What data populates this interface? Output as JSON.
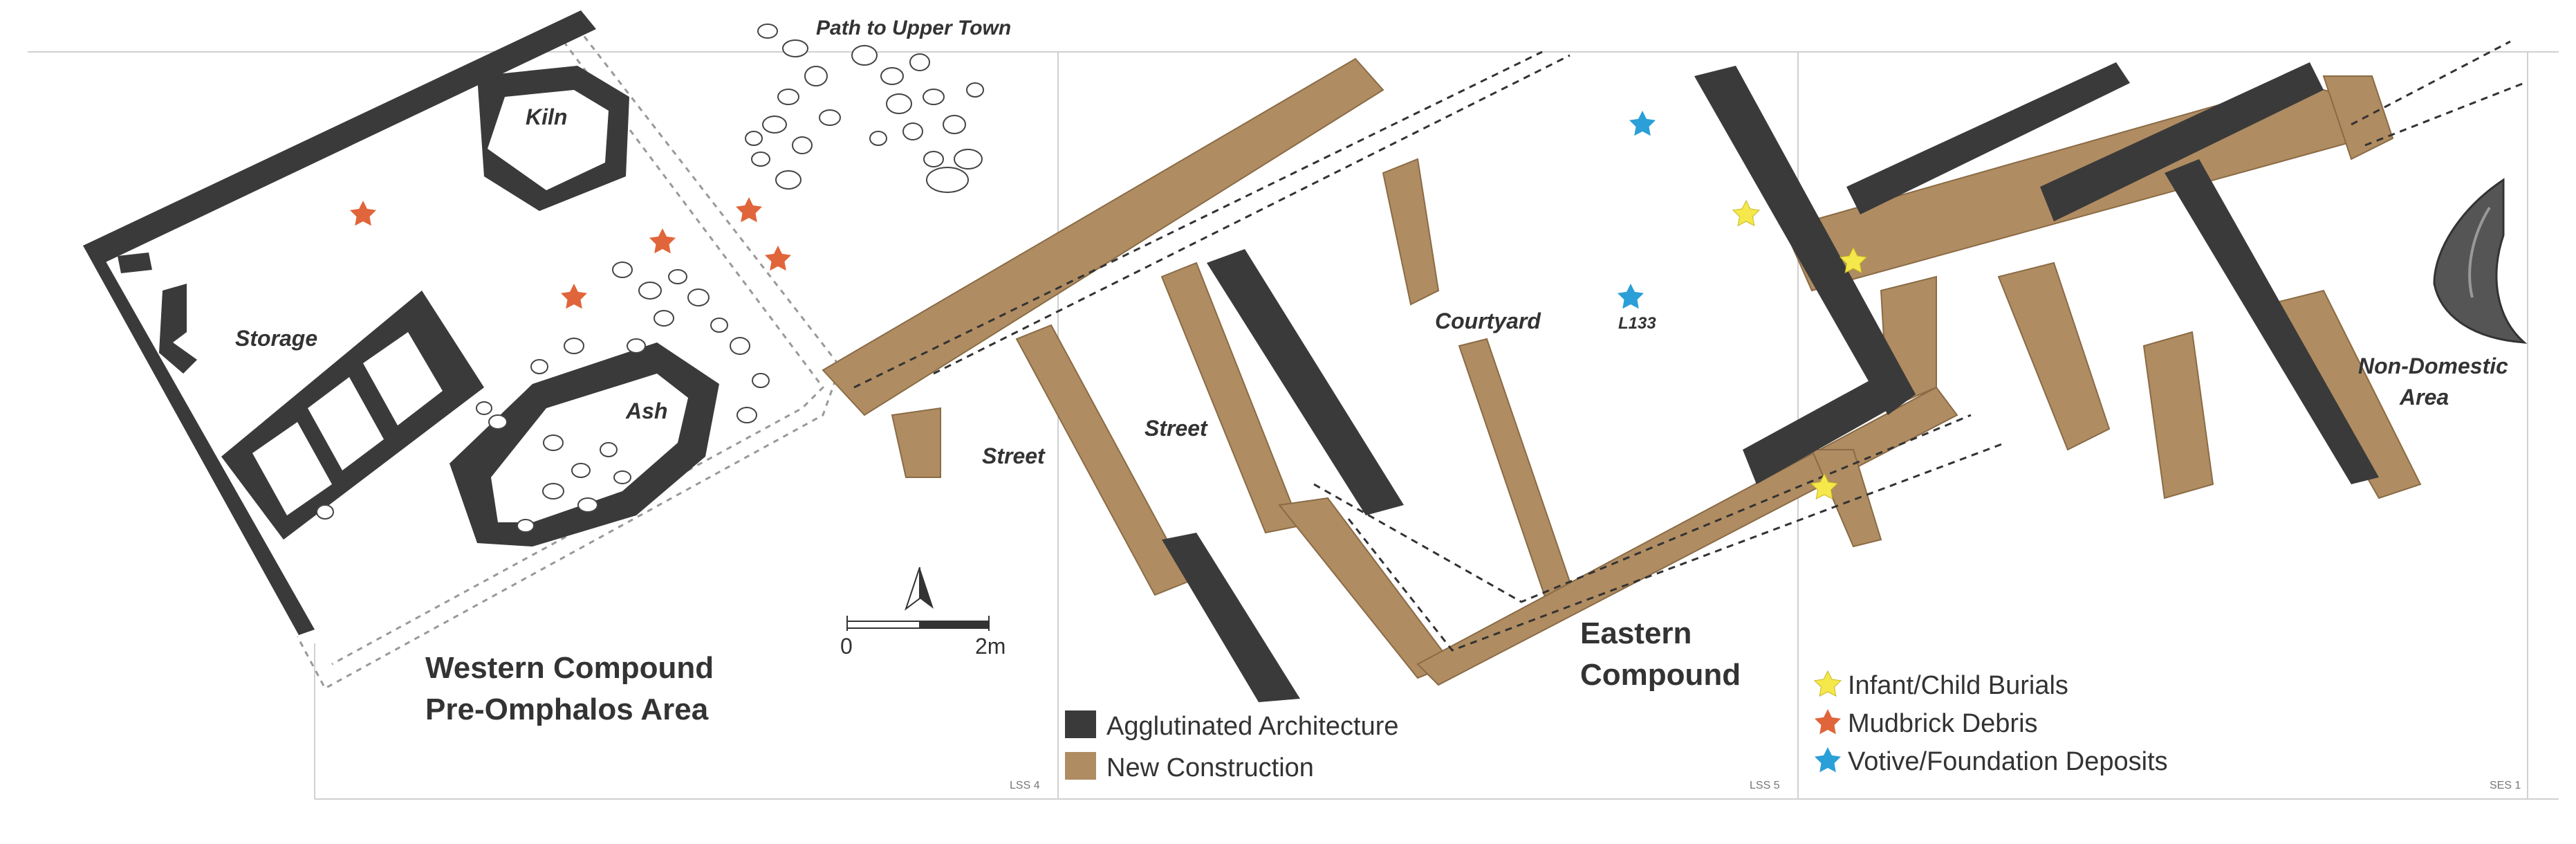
{
  "title_labels": {
    "western": "Western Compound",
    "western_sub": "Pre-Omphalos Area",
    "eastern": "Eastern",
    "eastern_sub": "Compound"
  },
  "area_labels": {
    "kiln": "Kiln",
    "storage": "Storage",
    "ash": "Ash",
    "path": "Path to Upper Town",
    "street_west": "Street",
    "street_east": "Street",
    "courtyard": "Courtyard",
    "locus": "L133",
    "non_domestic": "Non-Domestic",
    "non_domestic_sub": "Area"
  },
  "grid_labels": {
    "lss4": "LSS 4",
    "lss5": "LSS 5",
    "ses1": "SES 1"
  },
  "scale": {
    "start": "0",
    "end": "2m"
  },
  "legend_architecture": [
    {
      "label": "Agglutinated Architecture",
      "color": "#3a3a3a"
    },
    {
      "label": "New Construction",
      "color": "#b08c62"
    }
  ],
  "legend_markers": [
    {
      "label": "Infant/Child Burials",
      "color": "#f5e84a"
    },
    {
      "label": "Mudbrick Debris",
      "color": "#e0653a"
    },
    {
      "label": "Votive/Foundation Deposits",
      "color": "#2a9fd8"
    }
  ],
  "colors": {
    "dark_wall": "#3a3a3a",
    "tan": "#b08c62",
    "grid": "#cfcfcf"
  }
}
